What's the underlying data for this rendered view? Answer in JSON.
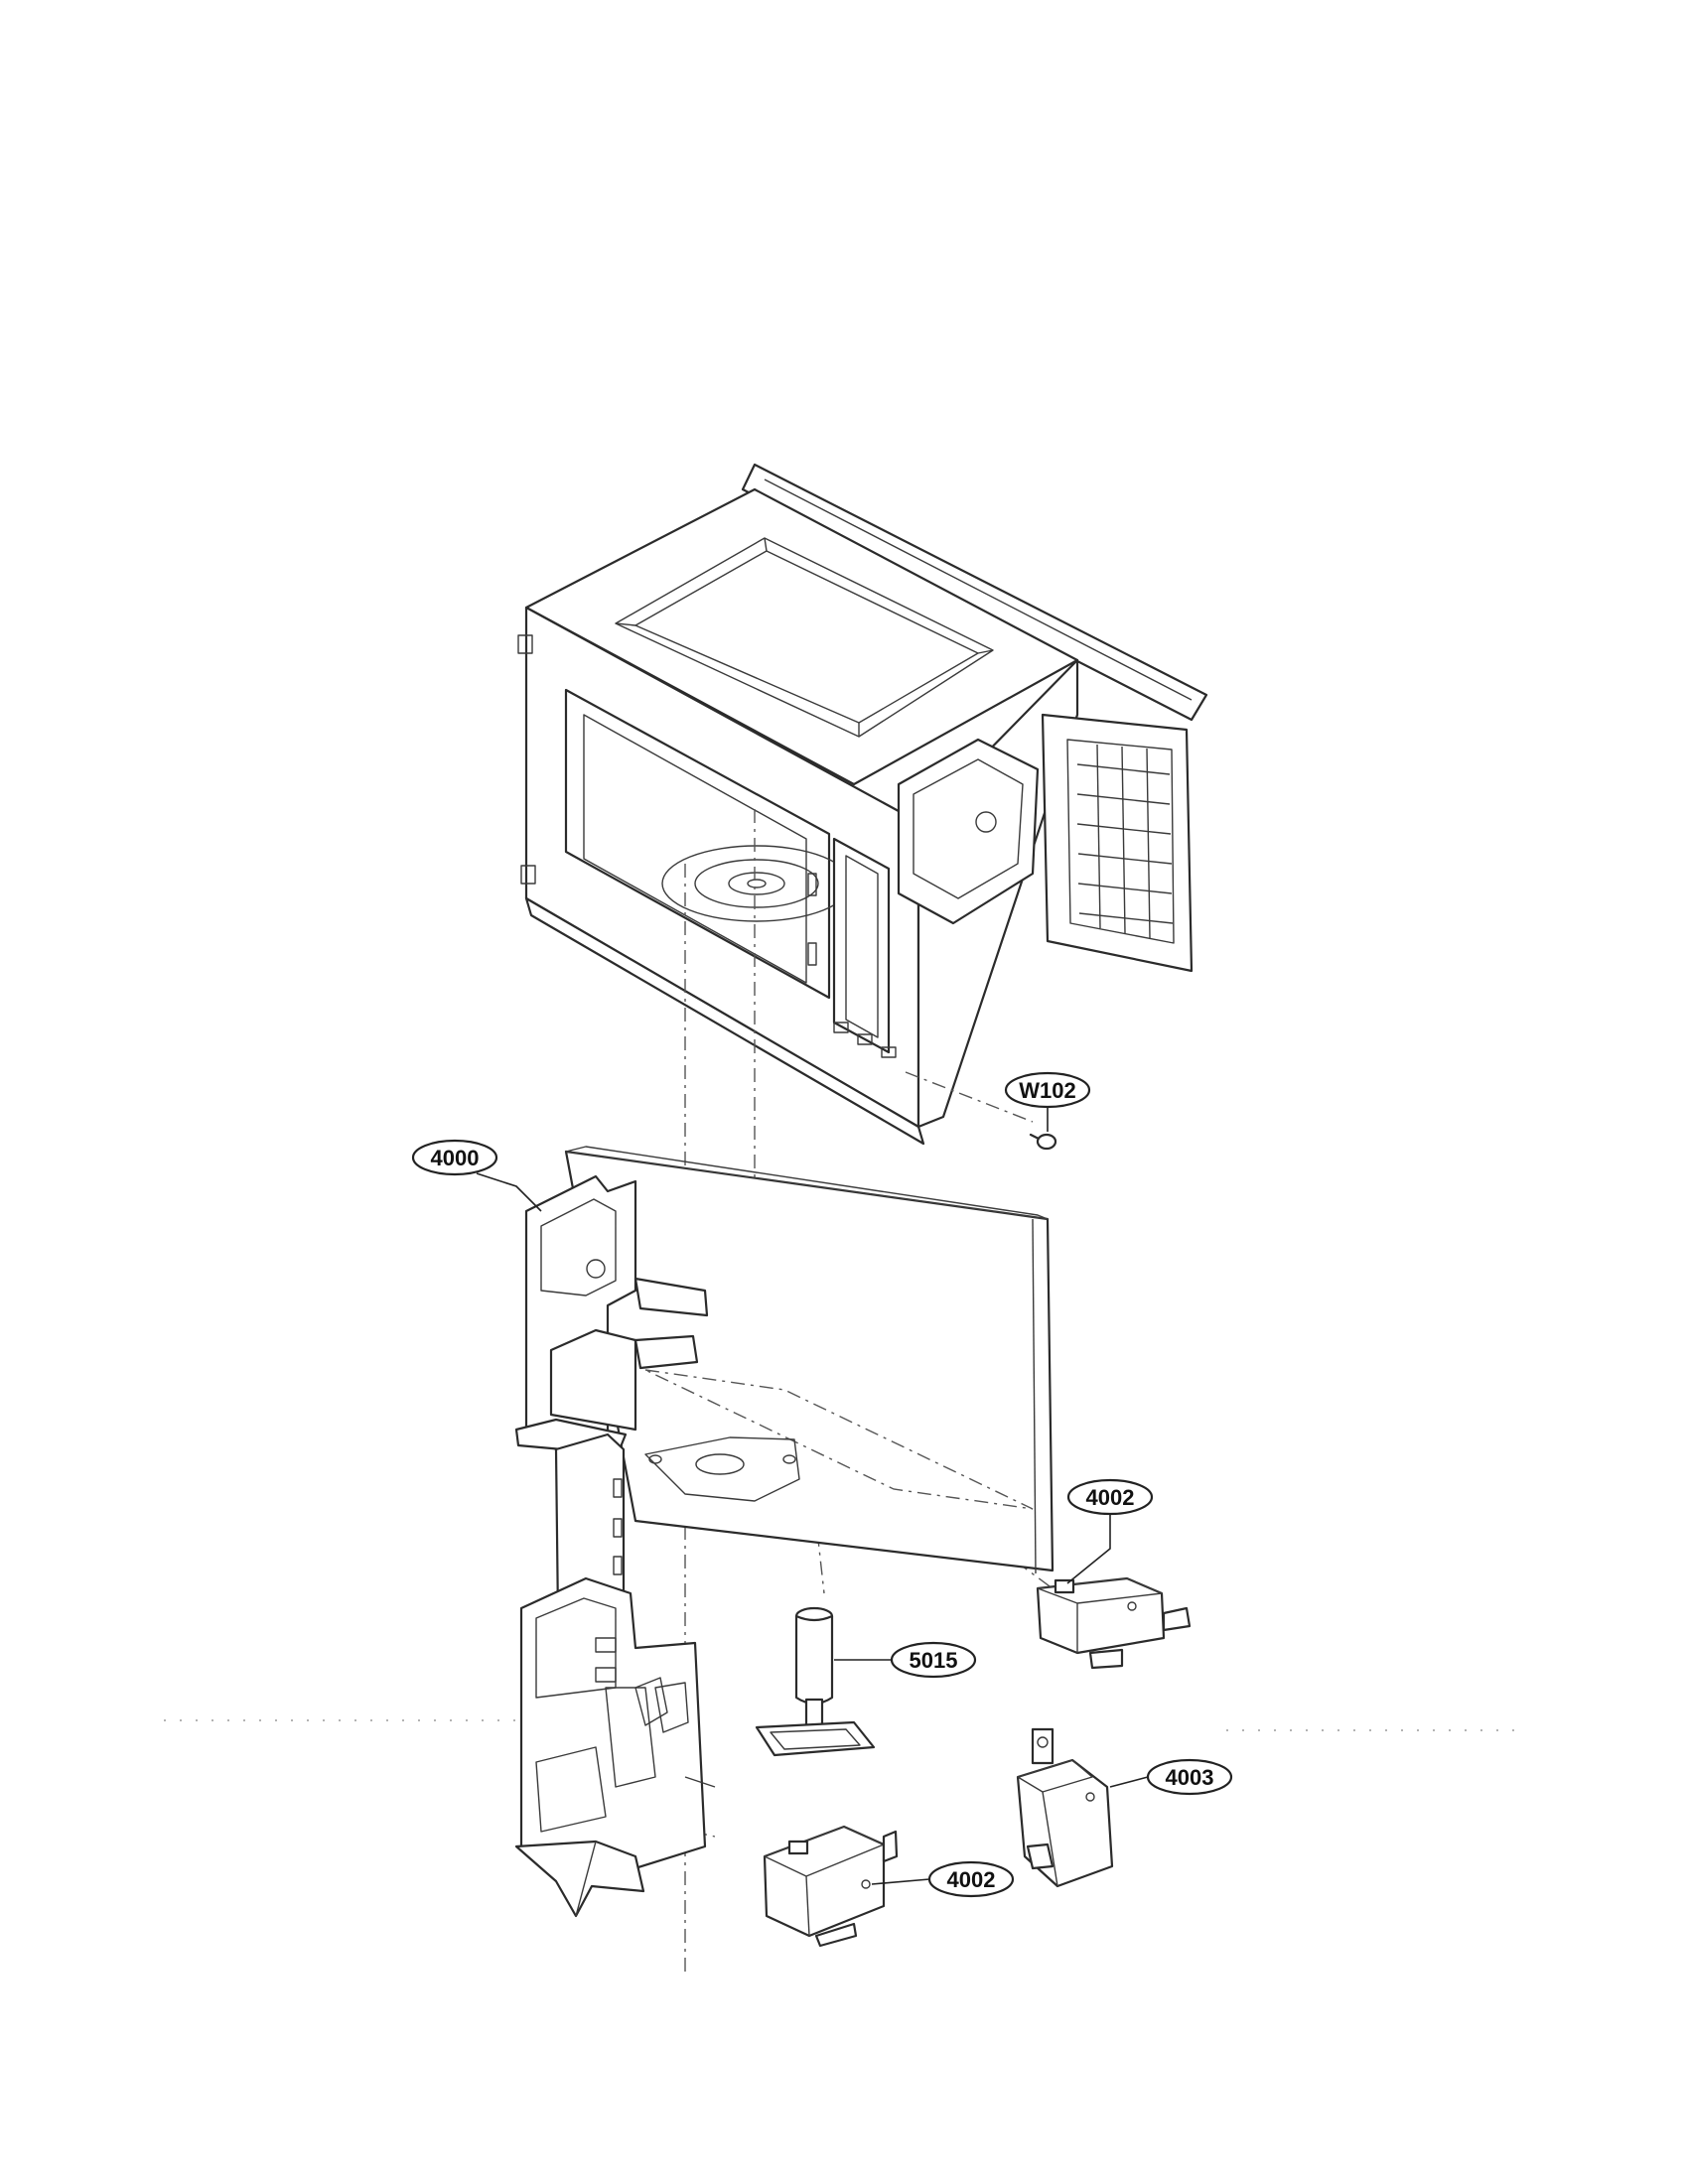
{
  "callouts": [
    {
      "id": "w102",
      "label": "W102"
    },
    {
      "id": "4000",
      "label": "4000"
    },
    {
      "id": "4002a",
      "label": "4002"
    },
    {
      "id": "5015",
      "label": "5015"
    },
    {
      "id": "4003",
      "label": "4003"
    },
    {
      "id": "4002b",
      "label": "4002"
    }
  ]
}
